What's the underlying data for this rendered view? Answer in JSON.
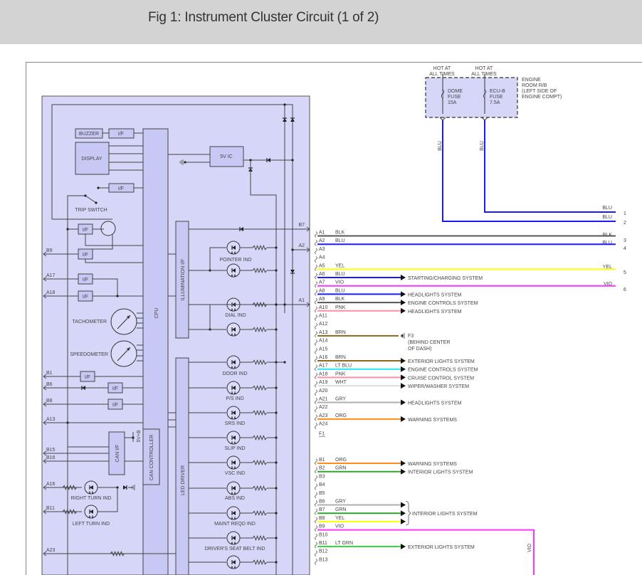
{
  "header": {
    "title": "Fig 1: Instrument Cluster Circuit (1 of 2)"
  },
  "fuse_box": {
    "hot_labels": [
      "HOT AT",
      "ALL TIMES"
    ],
    "location": [
      "ENGINE",
      "ROOM R/B",
      "(LEFT SIDE OF",
      "ENGINE COMPT)"
    ],
    "fuses": [
      {
        "name": "DOME",
        "sub": "FUSE",
        "rating": "15A",
        "wire": "BLU"
      },
      {
        "name": "ECU-B",
        "sub": "FUSE",
        "rating": "7.5A",
        "wire": "BLU"
      }
    ]
  },
  "cluster": {
    "blocks": {
      "buzzer": "BUZZER",
      "if": "I/F",
      "display": "DISPLAY",
      "cpu": "CPU",
      "five_v_ic": "5V IC",
      "illumination_if": "ILLUMINATION I/F",
      "can_if": "CAN I/F",
      "can_controller": "CAN CONTROLLER",
      "five_v_b": "5V+B",
      "led_driver": "LED DRIVER"
    },
    "components": {
      "trip_switch": "TRIP SWITCH",
      "tachometer": "TACHOMETER",
      "speedometer": "SPEEDOMETER",
      "right_turn": "RIGHT TURN IND",
      "left_turn": "LEFT TURN IND"
    },
    "indicators": [
      "POINTER IND",
      "DIAL IND",
      "DOOR IND",
      "P/S IND",
      "SRS IND",
      "SLIP IND",
      "VSC IND",
      "ABS IND",
      "MAINT REQD IND",
      "DRIVER'S SEAT BELT IND"
    ],
    "left_pins": [
      "B9",
      "A17",
      "A18",
      "B1",
      "B6",
      "B8",
      "A13",
      "B15",
      "B16",
      "A16",
      "B11",
      "A23"
    ],
    "right_pins": [
      "B7",
      "A2",
      "A1"
    ]
  },
  "connector_a": [
    {
      "pin": "A1",
      "color": "BLK",
      "hex": "#555555",
      "dest": "",
      "to": "3"
    },
    {
      "pin": "A2",
      "color": "BLU",
      "hex": "#1a1aff",
      "dest": "",
      "to": "4"
    },
    {
      "pin": "A3",
      "color": "",
      "hex": "",
      "dest": ""
    },
    {
      "pin": "A4",
      "color": "",
      "hex": "",
      "dest": ""
    },
    {
      "pin": "A5",
      "color": "YEL",
      "hex": "#ffff00",
      "dest": "",
      "to": "5"
    },
    {
      "pin": "A6",
      "color": "BLU",
      "hex": "#1a1aff",
      "dest": "STARTING/CHARGING SYSTEM"
    },
    {
      "pin": "A7",
      "color": "VIO",
      "hex": "#ff33ff",
      "dest": "",
      "to": "6"
    },
    {
      "pin": "A8",
      "color": "BLU",
      "hex": "#1a1aff",
      "dest": "HEADLIGHTS SYSTEM"
    },
    {
      "pin": "A9",
      "color": "BLK",
      "hex": "#555555",
      "dest": "ENGINE CONTROLS SYSTEM"
    },
    {
      "pin": "A10",
      "color": "PNK",
      "hex": "#ff8fa8",
      "dest": "HEADLIGHTS SYSTEM"
    },
    {
      "pin": "A11",
      "color": "",
      "hex": "",
      "dest": ""
    },
    {
      "pin": "A12",
      "color": "",
      "hex": "",
      "dest": ""
    },
    {
      "pin": "A13",
      "color": "BRN",
      "hex": "#8b6914",
      "dest": "",
      "ground": true
    },
    {
      "pin": "A14",
      "color": "",
      "hex": "",
      "dest": ""
    },
    {
      "pin": "A15",
      "color": "",
      "hex": "",
      "dest": ""
    },
    {
      "pin": "A16",
      "color": "BRN",
      "hex": "#8b6914",
      "dest": "EXTERIOR LIGHTS SYSTEM"
    },
    {
      "pin": "A17",
      "color": "LT BLU",
      "hex": "#22e5f0",
      "dest": "ENGINE CONTROLS SYSTEM"
    },
    {
      "pin": "A18",
      "color": "PNK",
      "hex": "#ff8fa8",
      "dest": "CRUISE CONTROL SYSTEM"
    },
    {
      "pin": "A19",
      "color": "WHT",
      "hex": "#dddddd",
      "dest": "WIPER/WASHER SYSTEM"
    },
    {
      "pin": "A20",
      "color": "",
      "hex": "",
      "dest": ""
    },
    {
      "pin": "A21",
      "color": "GRY",
      "hex": "#b0b0b0",
      "dest": "HEADLIGHTS SYSTEM"
    },
    {
      "pin": "A22",
      "color": "",
      "hex": "",
      "dest": ""
    },
    {
      "pin": "A23",
      "color": "ORG",
      "hex": "#ff8c1a",
      "dest": "WARNING SYSTEMS"
    },
    {
      "pin": "A24",
      "color": "",
      "hex": "",
      "dest": ""
    }
  ],
  "connector_a_id": "F1",
  "ground": {
    "id": "F3",
    "desc": [
      "(BEHIND CENTER",
      "OF DASH)"
    ]
  },
  "connector_b": [
    {
      "pin": "B1",
      "color": "ORG",
      "hex": "#ff8c1a",
      "dest": "WARNING SYSTEMS"
    },
    {
      "pin": "B2",
      "color": "GRN",
      "hex": "#2ea32e",
      "dest": "INTERIOR LIGHTS SYSTEM"
    },
    {
      "pin": "B3",
      "color": "",
      "hex": "",
      "dest": ""
    },
    {
      "pin": "B4",
      "color": "",
      "hex": "",
      "dest": ""
    },
    {
      "pin": "B5",
      "color": "",
      "hex": "",
      "dest": ""
    },
    {
      "pin": "B6",
      "color": "GRY",
      "hex": "#b0b0b0",
      "dest": "",
      "group": true
    },
    {
      "pin": "B7",
      "color": "GRN",
      "hex": "#2ea32e",
      "dest": "",
      "group": true
    },
    {
      "pin": "B8",
      "color": "YEL",
      "hex": "#ffff00",
      "dest": "",
      "group": true
    },
    {
      "pin": "B9",
      "color": "VIO",
      "hex": "#ff33ff",
      "dest": "",
      "vio_run": true
    },
    {
      "pin": "B10",
      "color": "",
      "hex": "",
      "dest": ""
    },
    {
      "pin": "B11",
      "color": "LT GRN",
      "hex": "#33dd33",
      "dest": "EXTERIOR LIGHTS SYSTEM"
    },
    {
      "pin": "B12",
      "color": "",
      "hex": "",
      "dest": ""
    },
    {
      "pin": "B13",
      "color": "",
      "hex": "",
      "dest": ""
    }
  ],
  "group_dest": "INTERIOR LIGHTS SYSTEM",
  "right_wires": [
    {
      "label": "BLU",
      "num": "1"
    },
    {
      "label": "BLU",
      "num": "2"
    },
    {
      "label": "BLK",
      "num": "3"
    },
    {
      "label": "BLU",
      "num": "4"
    },
    {
      "label": "YEL",
      "num": "5"
    },
    {
      "label": "VIO",
      "num": "6"
    }
  ],
  "vio_vertical_label": "VIO"
}
